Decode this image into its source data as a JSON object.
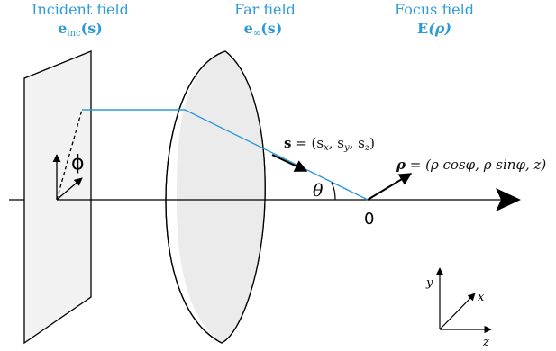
{
  "headers": {
    "incident": {
      "title": "Incident field",
      "symbol_main": "e",
      "symbol_sub": "inc",
      "symbol_arg": "(s)"
    },
    "far": {
      "title": "Far field",
      "symbol_main": "e",
      "symbol_sub": "∞",
      "symbol_arg": "(s)"
    },
    "focus": {
      "title": "Focus field",
      "symbol_main": "E",
      "symbol_arg": "(ρ)"
    }
  },
  "labels": {
    "phi": "ϕ",
    "theta": "θ",
    "origin": "0",
    "s_vec": {
      "bold": "s",
      "rest": " = (s",
      "x": "x",
      "c1": ", s",
      "y": "y",
      "c2": ", s",
      "z": "z",
      "end": ")"
    },
    "rho_vec": {
      "bold": "ρ",
      "rest": " = (ρ cosφ, ρ sinφ, z)"
    },
    "axes": {
      "x": "x",
      "y": "y",
      "z": "z"
    }
  },
  "colors": {
    "accent": "#2e9bd6",
    "ink": "#000000",
    "plane_fill": "#f2f2f2",
    "lens_fill": "#ebebeb"
  }
}
